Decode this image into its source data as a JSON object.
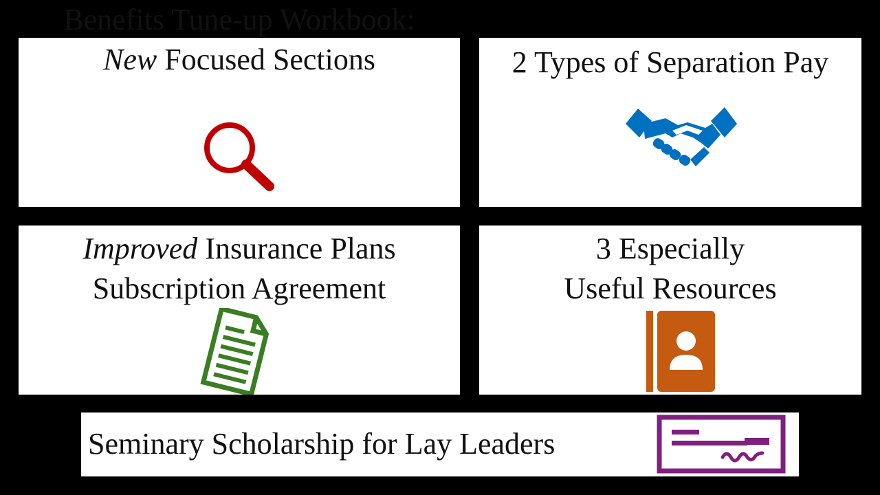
{
  "cards": {
    "workbook": {
      "line1": "Benefits Tune-up Workbook:",
      "line2_emphasis": "New",
      "line2_rest": " Focused Sections",
      "icon": "magnifying-glass-icon",
      "icon_color": "#c00000"
    },
    "separation": {
      "line1": "2 Types of Separation Pay",
      "icon": "handshake-icon",
      "icon_color": "#0070c0"
    },
    "insurance": {
      "line1_emphasis": "Improved",
      "line1_rest": " Insurance Plans",
      "line2": "Subscription Agreement",
      "icon": "document-icon",
      "icon_color": "#3a7d22"
    },
    "resources": {
      "line1": "3 Especially",
      "line2": "Useful Resources",
      "icon": "address-book-icon",
      "icon_color": "#c55a11"
    },
    "scholarship": {
      "line1": "Seminary Scholarship for Lay Leaders",
      "icon": "check-icon",
      "icon_color": "#7f1f7f"
    }
  },
  "colors": {
    "background": "#000000",
    "card": "#ffffff",
    "text": "#111111"
  }
}
